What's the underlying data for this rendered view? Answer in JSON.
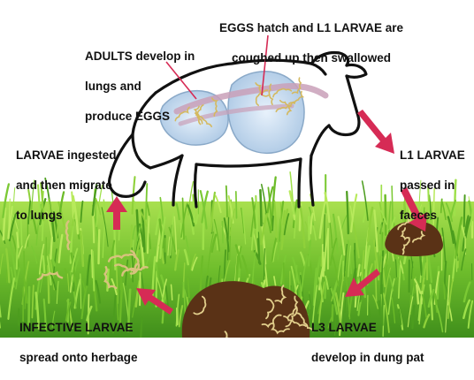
{
  "diagram": {
    "steps": [
      {
        "id": "eggs-hatch",
        "lines": [
          "EGGS hatch and L1 LARVAE are",
          "coughed up then swallowed"
        ]
      },
      {
        "id": "adults",
        "lines": [
          "ADULTS develop in",
          "lungs and",
          "produce EGGS"
        ]
      },
      {
        "id": "larvae-ingested",
        "lines": [
          "LARVAE ingested",
          "and then migrate",
          "to lungs"
        ]
      },
      {
        "id": "l1-larvae",
        "lines": [
          "L1 LARVAE",
          "passed in",
          "faeces"
        ]
      },
      {
        "id": "infective-larvae",
        "lines": [
          "INFECTIVE LARVAE",
          "spread onto herbage"
        ]
      },
      {
        "id": "l3-larvae",
        "lines": [
          "L3 LARVAE",
          "develop in dung pat"
        ]
      }
    ],
    "colors": {
      "arrow": "#d62b55",
      "grass_light": "#8fd13a",
      "grass_dark": "#3e8d18",
      "dung": "#5a3216",
      "larva": "#d9c58a",
      "lung": "#c7ddf0",
      "cow_outline": "#111111"
    }
  }
}
